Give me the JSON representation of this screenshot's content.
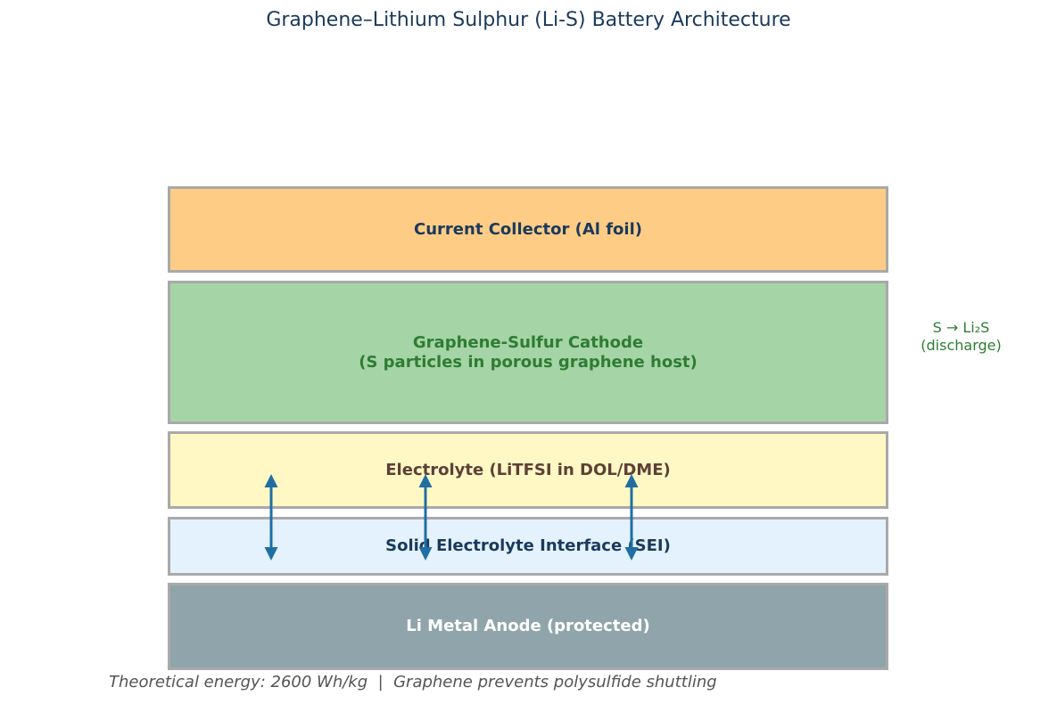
{
  "title": "Graphene–Lithium Sulphur (Li-S) Battery Architecture",
  "layers": {
    "collector": "Current Collector (Al foil)",
    "cathode": "Graphene-Sulfur Cathode\n(S particles in porous graphene host)",
    "electrolyte": "Electrolyte (LiTFSI in DOL/DME)",
    "sei": "Solid Electrolyte Interface (SEI)",
    "anode": "Li Metal Anode (protected)"
  },
  "side_note": "S → Li₂S\n(discharge)",
  "footer": "Theoretical energy: 2600 Wh/kg  |  Graphene prevents polysulfide shuttling",
  "colors": {
    "collector": "#ffcc86",
    "cathode": "#a5d4a7",
    "electrolyte": "#fff8c5",
    "sei": "#e3f2fd",
    "anode": "#90a4ab",
    "arrow": "#1f6fa3",
    "title": "#1a3a5c"
  },
  "arrows": {
    "count": 3,
    "direction": "bidirectional"
  }
}
